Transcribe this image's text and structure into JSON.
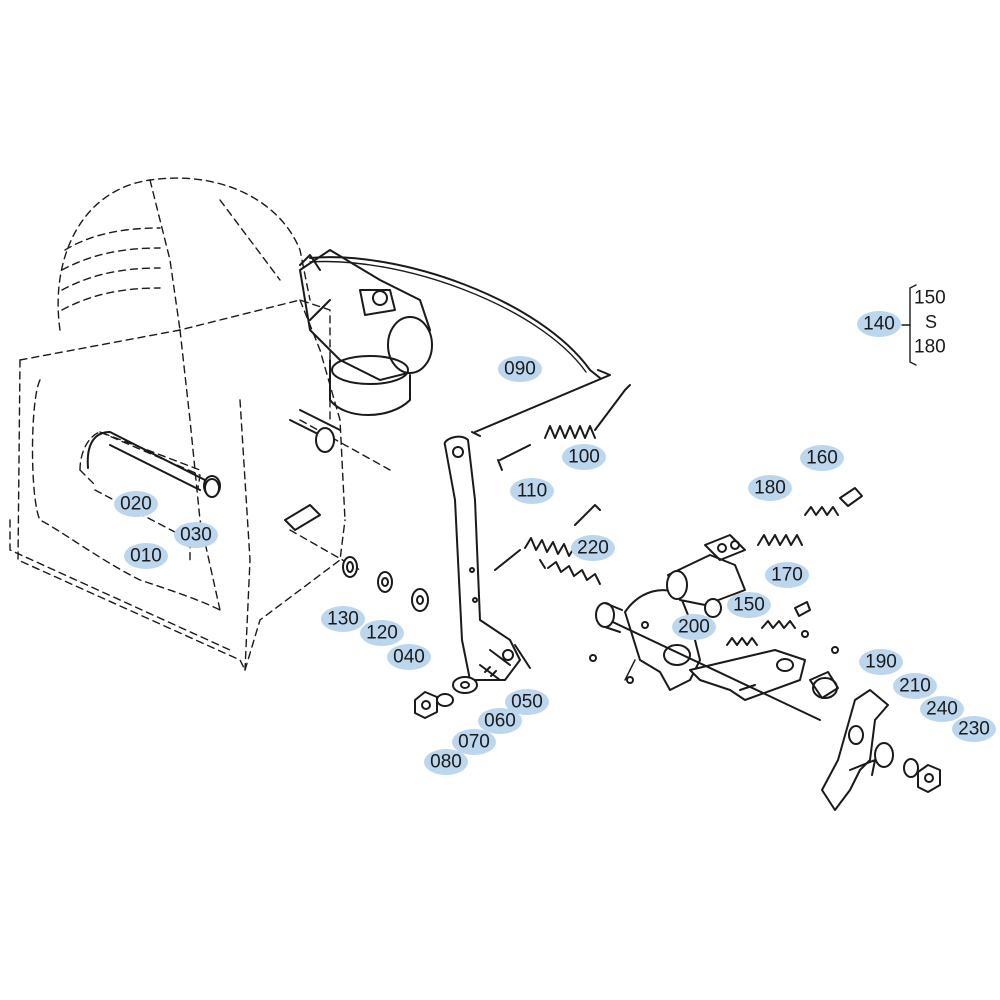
{
  "callouts": {
    "c010": "010",
    "c020": "020",
    "c030": "030",
    "c040": "040",
    "c050": "050",
    "c060": "060",
    "c070": "070",
    "c080": "080",
    "c090": "090",
    "c100": "100",
    "c110": "110",
    "c120": "120",
    "c130": "130",
    "c140": "140",
    "c150": "150",
    "c160": "160",
    "c170": "170",
    "c180": "180",
    "c190": "190",
    "c200": "200",
    "c210": "210",
    "c220": "220",
    "c230": "230",
    "c240": "240"
  },
  "group_bracket": {
    "start": "150",
    "separator": "S",
    "end": "180"
  }
}
